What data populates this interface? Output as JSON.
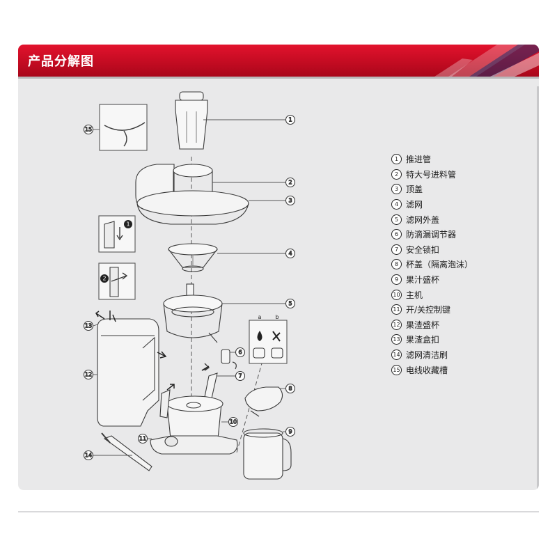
{
  "header": {
    "title": "产品分解图"
  },
  "callouts": [
    {
      "num": "1"
    },
    {
      "num": "2"
    },
    {
      "num": "3"
    },
    {
      "num": "4"
    },
    {
      "num": "5"
    },
    {
      "num": "6"
    },
    {
      "num": "7"
    },
    {
      "num": "8"
    },
    {
      "num": "9"
    },
    {
      "num": "10"
    },
    {
      "num": "11"
    },
    {
      "num": "12"
    },
    {
      "num": "13"
    },
    {
      "num": "14"
    },
    {
      "num": "15"
    }
  ],
  "insets": {
    "a_label": "a",
    "b_label": "b",
    "step1": "1",
    "step2": "2"
  },
  "legend": [
    {
      "num": "1",
      "label": "推进管"
    },
    {
      "num": "2",
      "label": "特大号进料管"
    },
    {
      "num": "3",
      "label": "顶盖"
    },
    {
      "num": "4",
      "label": "滤网"
    },
    {
      "num": "5",
      "label": "滤网外盖"
    },
    {
      "num": "6",
      "label": "防滴漏调节器"
    },
    {
      "num": "7",
      "label": "安全锁扣"
    },
    {
      "num": "8",
      "label": "杯盖（隔离泡沫）"
    },
    {
      "num": "9",
      "label": "果汁盛杯"
    },
    {
      "num": "10",
      "label": "主机"
    },
    {
      "num": "11",
      "label": "开/关控制键"
    },
    {
      "num": "12",
      "label": "果渣盛杯"
    },
    {
      "num": "13",
      "label": "果渣盒扣"
    },
    {
      "num": "14",
      "label": "滤网清洁刷"
    },
    {
      "num": "15",
      "label": "电线收藏槽"
    }
  ],
  "colors": {
    "banner": "#c8102e",
    "panel": "#e9e9ea"
  }
}
